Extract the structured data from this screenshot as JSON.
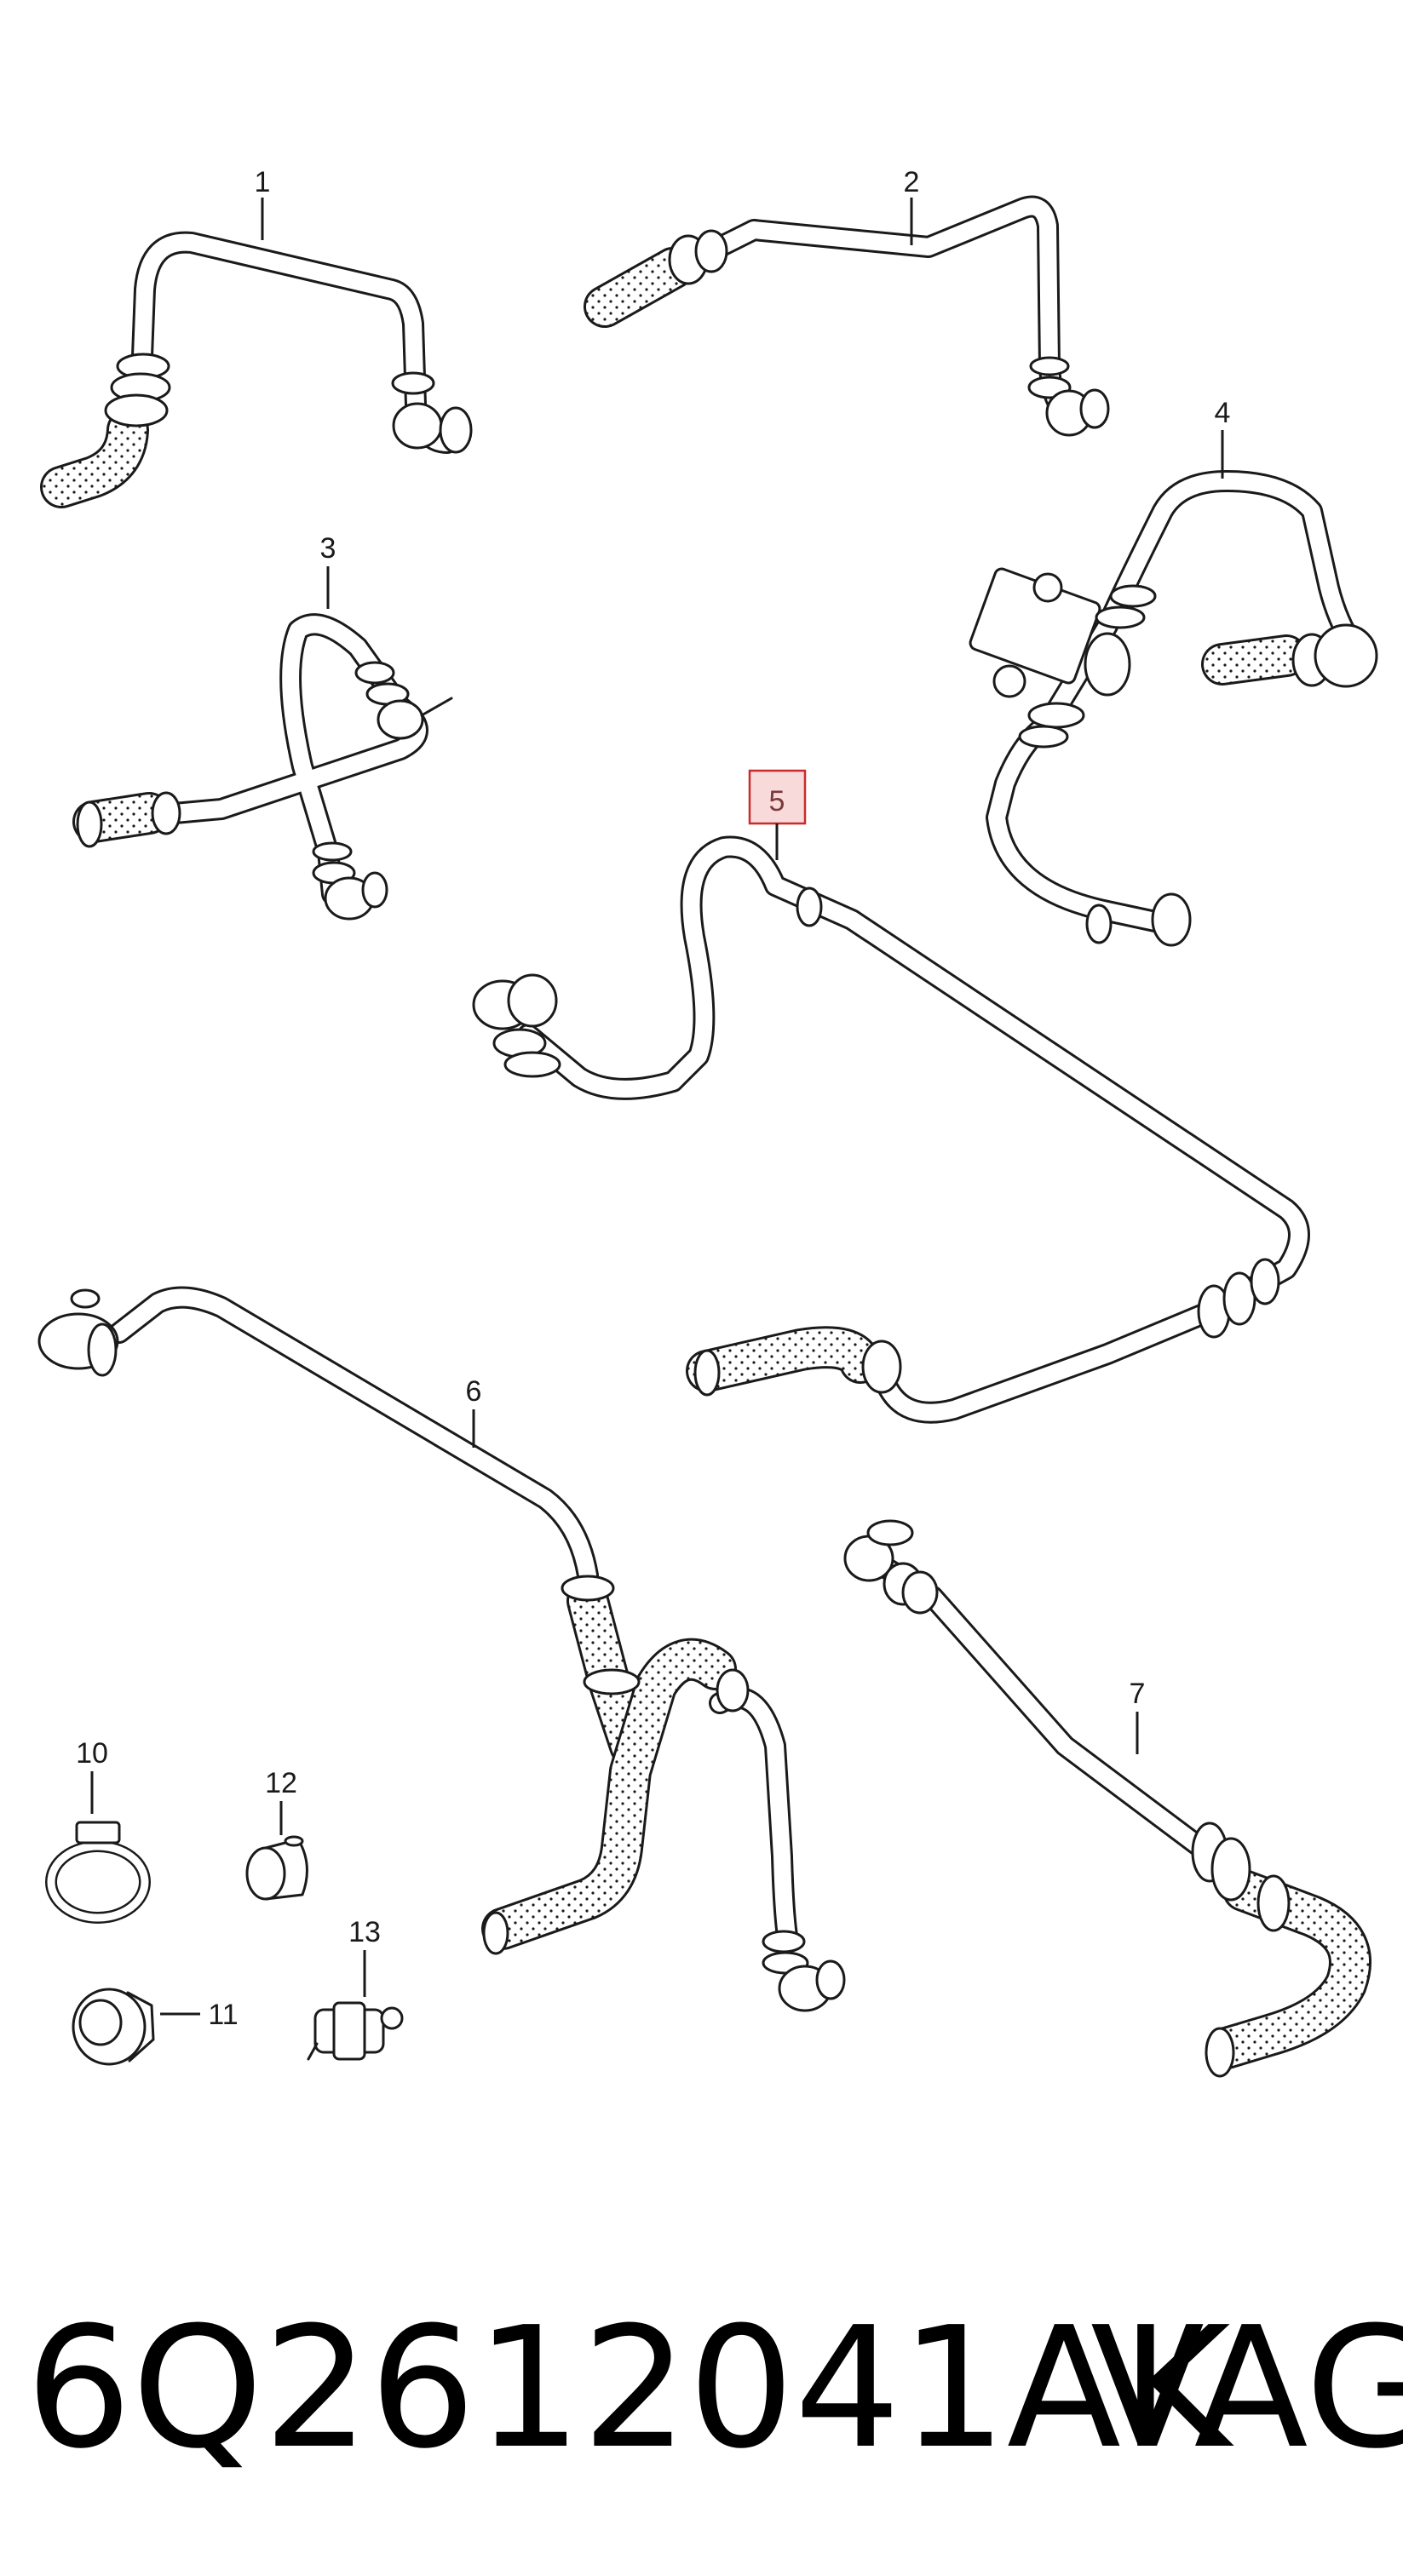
{
  "diagram": {
    "labels": [
      "1",
      "2",
      "3",
      "4",
      "5",
      "6",
      "7",
      "10",
      "11",
      "12",
      "13"
    ],
    "highlighted_label": "5",
    "highlight_color": "#cc2b2b"
  },
  "footer": {
    "part_number": "6Q2612041AK",
    "brand": "VAG"
  }
}
